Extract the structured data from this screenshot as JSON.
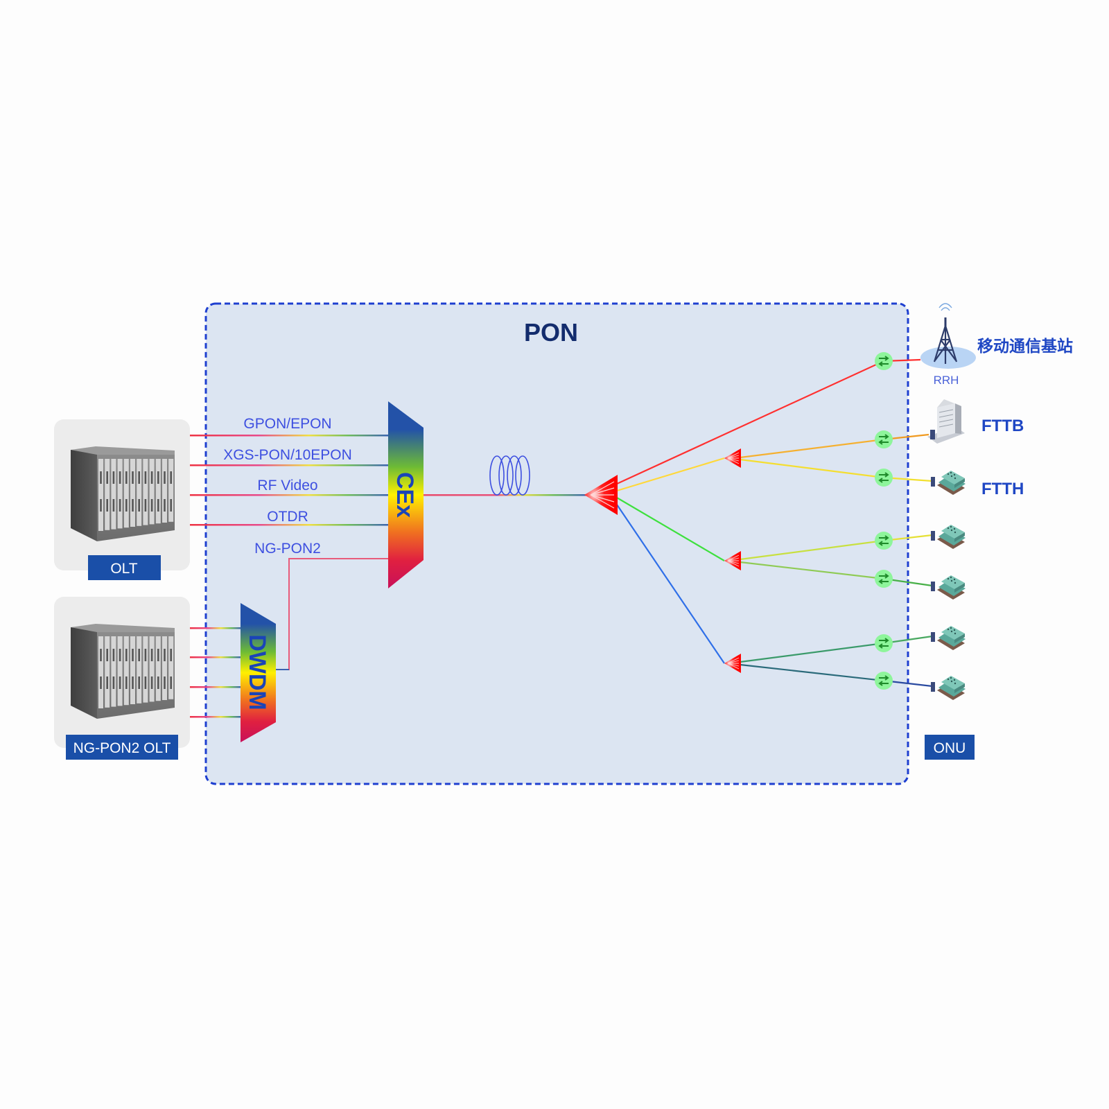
{
  "title": "PON",
  "olt": {
    "label": "OLT",
    "channels": [
      "GPON/EPON",
      "XGS-PON/10EPON",
      "RF Video",
      "OTDR",
      "NG-PON2"
    ]
  },
  "ngpon2_olt": {
    "label": "NG-PON2 OLT"
  },
  "combiner": {
    "label": "CEx"
  },
  "dwdm": {
    "label": "DWDM"
  },
  "endpoints": {
    "base_station": "移动通信基站",
    "rrh": "RRH",
    "fttb": "FTTB",
    "ftth": "FTTH",
    "onu": "ONU"
  },
  "colors": {
    "pon_border": "#1e3fd0",
    "pon_fill": "#dce5f2",
    "badge": "#1a4fa8",
    "splitter": "#ff0000",
    "onu_marker": "#8ef59b",
    "channel_text": "#3d4fe0"
  }
}
